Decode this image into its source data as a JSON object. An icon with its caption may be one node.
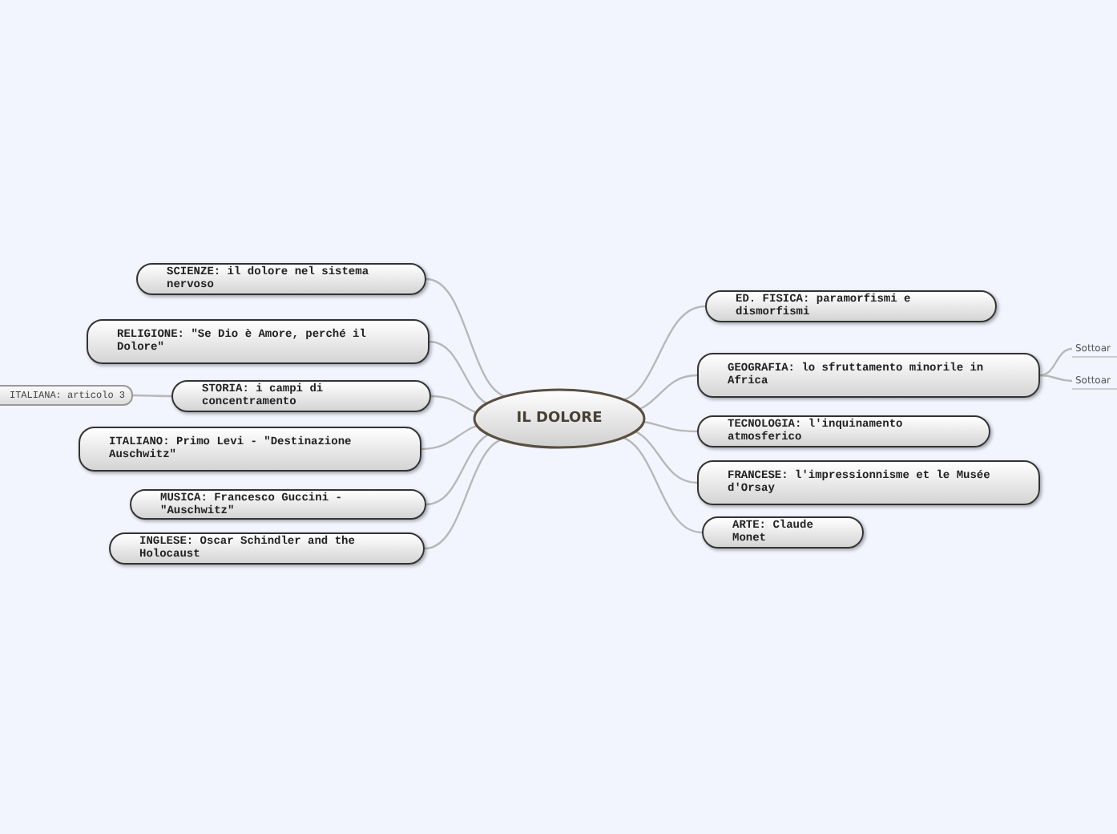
{
  "diagram": {
    "nodes": [
      {
        "text": [
          "IL DOLORE"
        ]
      },
      {
        "text": [
          "SCIENZE: il dolore nel sistema nervoso"
        ]
      },
      {
        "text": [
          "RELIGIONE: \"Se Dio è Amore, perché il Dolore\""
        ]
      },
      {
        "text": [
          "STORIA: i campi di concentramento"
        ]
      },
      {
        "text": [
          "ITALIANA: articolo 3"
        ]
      },
      {
        "text": [
          "ITALIANO: Primo Levi - \"Destinazione Auschwitz\""
        ]
      },
      {
        "text": [
          "MUSICA: Francesco Guccini - \"Auschwitz\""
        ]
      },
      {
        "text": [
          "INGLESE: Oscar Schindler and the Holocaust"
        ]
      },
      {
        "text": [
          "ED. FISICA: paramorfismi e dismorfismi"
        ]
      },
      {
        "text": [
          "GEOGRAFIA: lo sfruttamento minorile in Africa"
        ]
      },
      {
        "text": [
          "Sottoar"
        ]
      },
      {
        "text": [
          "Sottoar"
        ]
      },
      {
        "text": [
          "TECNOLOGIA: l'inquinamento atmosferico"
        ]
      },
      {
        "text": [
          "FRANCESE: l'impressionnisme et le Musée d'Orsay"
        ]
      },
      {
        "text": [
          "ARTE: Claude Monet"
        ]
      }
    ],
    "edges": [
      {
        "from": 0,
        "to": 1,
        "arrow": "none"
      },
      {
        "from": 0,
        "to": 2,
        "arrow": "none"
      },
      {
        "from": 0,
        "to": 3,
        "arrow": "none"
      },
      {
        "from": 3,
        "to": 4,
        "arrow": "none"
      },
      {
        "from": 0,
        "to": 5,
        "arrow": "none"
      },
      {
        "from": 0,
        "to": 6,
        "arrow": "none"
      },
      {
        "from": 0,
        "to": 7,
        "arrow": "none"
      },
      {
        "from": 0,
        "to": 8,
        "arrow": "none"
      },
      {
        "from": 0,
        "to": 9,
        "arrow": "none"
      },
      {
        "from": 9,
        "to": 10,
        "arrow": "none"
      },
      {
        "from": 9,
        "to": 11,
        "arrow": "none"
      },
      {
        "from": 0,
        "to": 12,
        "arrow": "none"
      },
      {
        "from": 0,
        "to": 13,
        "arrow": "none"
      },
      {
        "from": 0,
        "to": 14,
        "arrow": "none"
      }
    ]
  }
}
